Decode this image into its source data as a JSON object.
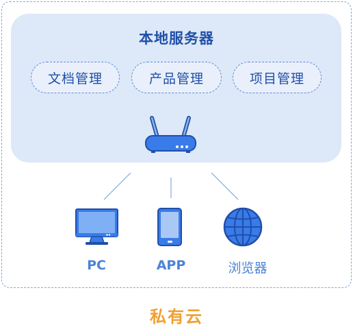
{
  "server": {
    "title": "本地服务器",
    "modules": [
      "文档管理",
      "产品管理",
      "项目管理"
    ]
  },
  "devices": [
    {
      "label": "PC",
      "icon": "monitor-icon"
    },
    {
      "label": "APP",
      "icon": "phone-icon"
    },
    {
      "label": "浏览器",
      "icon": "globe-icon"
    }
  ],
  "footer": {
    "title": "私有云"
  },
  "colors": {
    "panel": "#dde8f8",
    "accent": "#1f4fa8",
    "icon_blue": "#3a7bea",
    "footer": "#f0a030"
  }
}
